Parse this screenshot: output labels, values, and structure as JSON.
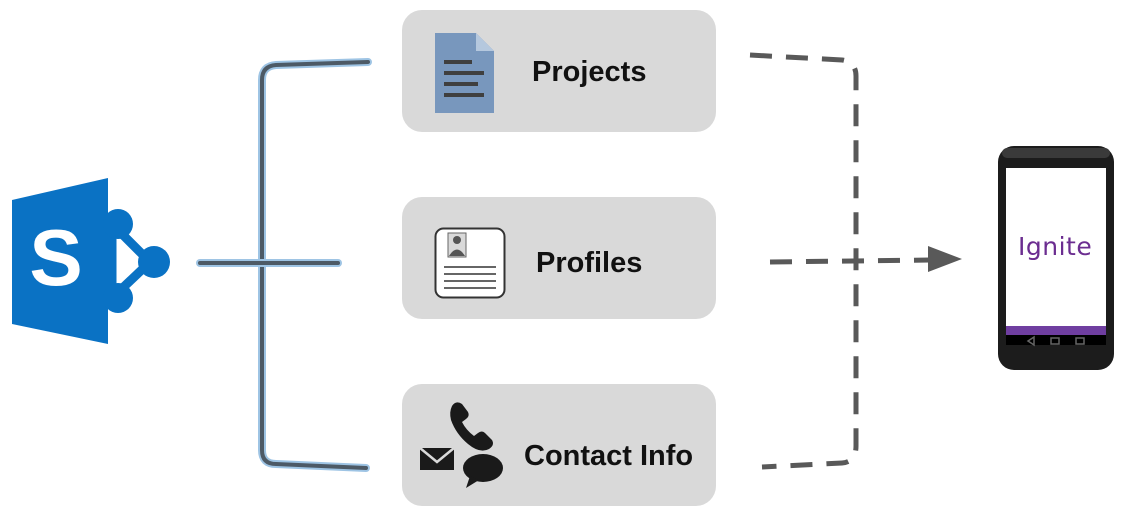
{
  "cards": [
    {
      "label": "Projects",
      "icon": "document-icon"
    },
    {
      "label": "Profiles",
      "icon": "profile-card-icon"
    },
    {
      "label": "Contact Info",
      "icon": "contact-icons"
    }
  ],
  "source": {
    "icon": "sharepoint-logo",
    "letter": "S",
    "color": "#0a72c4"
  },
  "target": {
    "device": "smartphone",
    "app_name": "Ignite",
    "accent": "#6f3ea0"
  },
  "colors": {
    "card_bg": "#d9d9d9",
    "connector": "#4d5a66",
    "arrow": "#595959"
  }
}
